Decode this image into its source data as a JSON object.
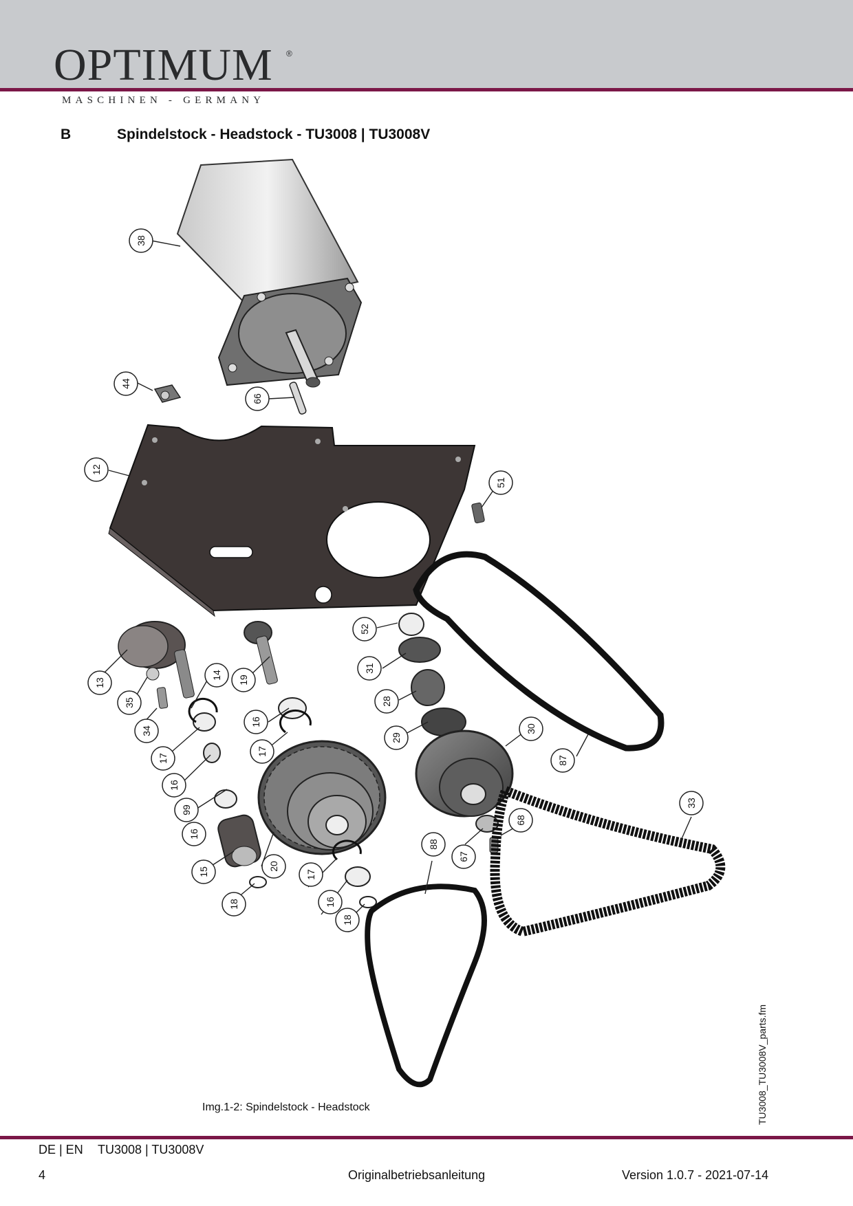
{
  "header": {
    "brand": "OPTIMUM",
    "registered": "®",
    "tagline": "MASCHINEN - GERMANY"
  },
  "section": {
    "letter": "B",
    "title": "Spindelstock - Headstock - TU3008 | TU3008V"
  },
  "figure": {
    "caption": "Img.1-2:   Spindelstock - Headstock",
    "file_label": "TU3008_TU3008V_parts.fm",
    "callouts": [
      "38",
      "44",
      "66",
      "12",
      "51",
      "52",
      "31",
      "28",
      "29",
      "30",
      "87",
      "13",
      "35",
      "34",
      "14",
      "19",
      "16",
      "17",
      "17",
      "16",
      "99",
      "16",
      "15",
      "20",
      "18",
      "17",
      "16",
      "18",
      "88",
      "67",
      "68",
      "33"
    ]
  },
  "footer": {
    "lang": "DE | EN",
    "model": "TU3008 | TU3008V",
    "page": "4",
    "center": "Originalbetriebsanleitung",
    "version": "Version 1.0.7 - 2021-07-14"
  },
  "colors": {
    "accent": "#7b1747",
    "header_bg": "#c8cacd"
  }
}
